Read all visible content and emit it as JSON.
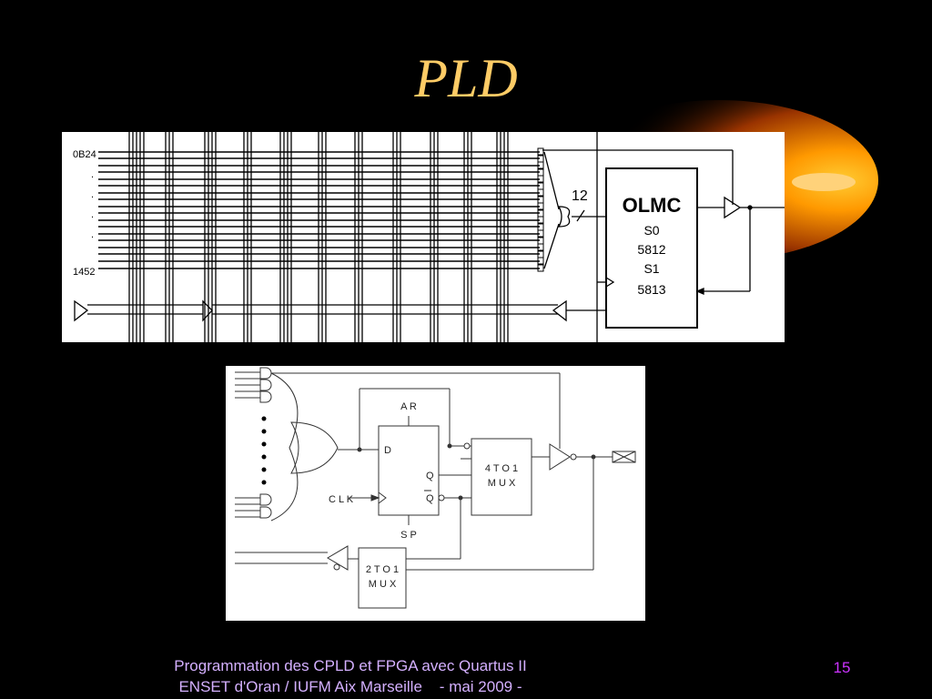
{
  "slide": {
    "title": "PLD",
    "footer_line1": "Programmation des CPLD et FPGA avec Quartus II",
    "footer_line2": "ENSET d'Oran / IUFM Aix Marseille    - mai 2009 -",
    "page_number": "15"
  },
  "diagram1": {
    "input_top_label": "0B24",
    "input_bottom_label": "1452",
    "bus_width_label": "12",
    "olmc_title": "OLMC",
    "olmc_lines": [
      "S0",
      "5812",
      "S1",
      "5813"
    ]
  },
  "diagram2": {
    "ar_label": "A R",
    "sp_label": "S P",
    "d_label": "D",
    "q_label": "Q",
    "qbar_label": "Q",
    "clk_label": "C L K",
    "mux4_line1": "4  T O  1",
    "mux4_line2": "M U X",
    "mux2_line1": "2  T O  1",
    "mux2_line2": "M U X"
  }
}
